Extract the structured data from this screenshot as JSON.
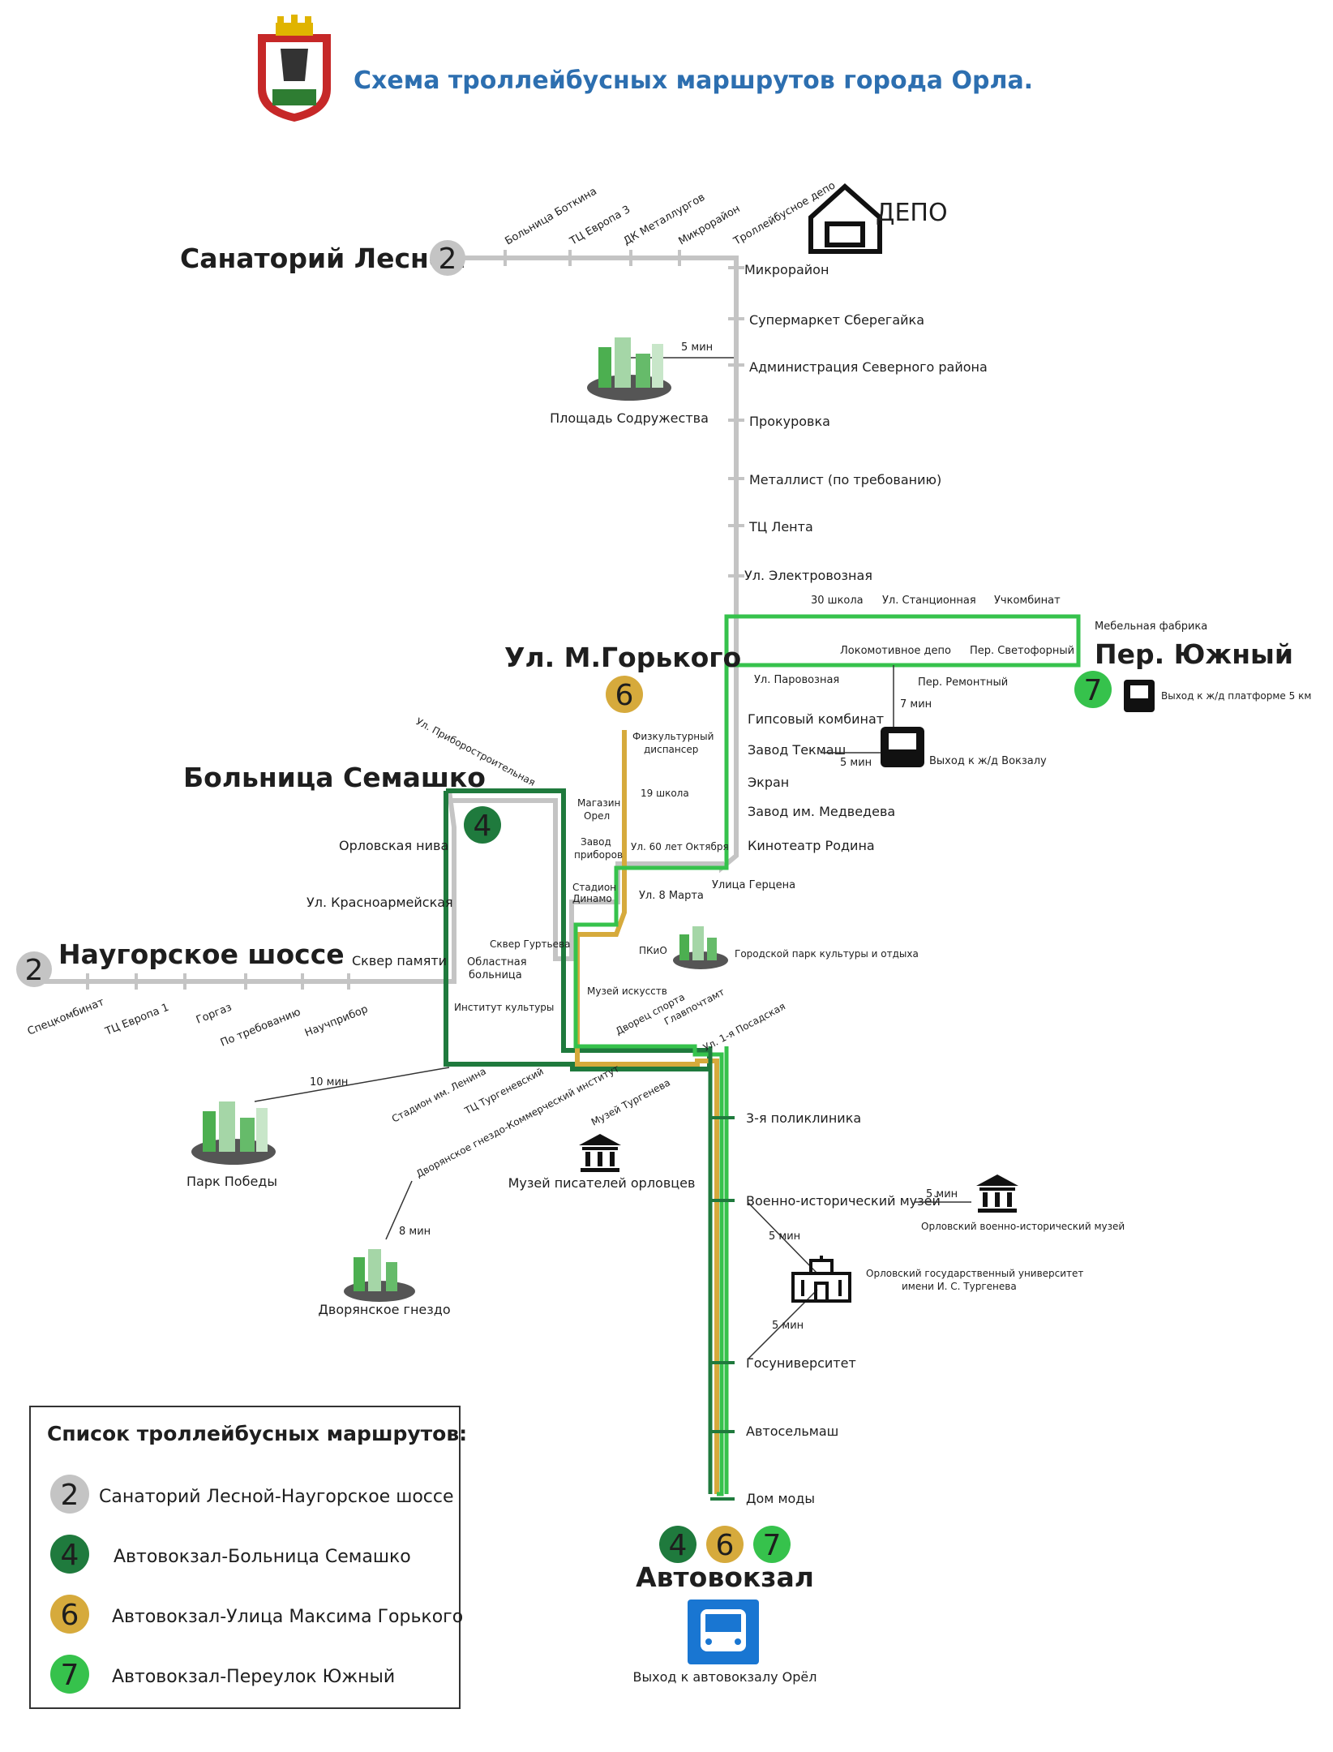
{
  "header": {
    "title": "Схема троллейбусных маршрутов города Орла."
  },
  "colors": {
    "route_2": "#c4c4c4",
    "route_4": "#1f7a3d",
    "route_6": "#d6aa3c",
    "route_7": "#36c24c",
    "title": "#2d6fb0",
    "bus_icon_bg": "#1976d2"
  },
  "icons": [
    "coat-of-arms-icon",
    "depot-icon",
    "park-icon",
    "museum-icon",
    "university-icon",
    "train-icon",
    "bus-icon"
  ],
  "termini": {
    "sanatorium": "Санаторий Лесной",
    "naugorskoe": "Наугорское шоссе",
    "gorkogo": "Ул. М.Горького",
    "semashko": "Больница Семашко",
    "yuzhny": "Пер. Южный",
    "avtovokzal": "Автовокзал"
  },
  "route_numbers": {
    "r2": "2",
    "r4": "4",
    "r6": "6",
    "r7": "7"
  },
  "depot": {
    "label": "ДЕПО"
  },
  "top_diagonal_stops": [
    "Больница Боткина",
    "ТЦ Европа 3",
    "ДК Металлургов",
    "Микрорайон",
    "Троллейбусное депо"
  ],
  "north_stops": {
    "mikrorayon": "Микрорайон",
    "sberegaika": "Супермаркет Сберегайка",
    "admin": "Администрация Северного района",
    "prokurovka": "Прокуровка",
    "metallist": "Металлист (по требованию)",
    "lenta": "ТЦ Лента",
    "electrovoz": "Ул. Электровозная"
  },
  "walk_times": {
    "ploshad": "5 мин",
    "tekmash": "5 мин",
    "railway": "7 мин",
    "park_pobedy": "10 мин",
    "gnezdo": "8 мин",
    "military_museum": "5 мин",
    "univ_top": "5 мин",
    "univ_bottom": "5 мин"
  },
  "places": {
    "ploshad": "Площадь Содружества",
    "park_pobedy": "Парк Победы",
    "dvoryanskoe": "Дворянское гнездо",
    "museum_writers": "Музей писателей орловцев",
    "city_park": "Городской парк культуры и отдыха",
    "military_museum": "Орловский военно-исторический музей",
    "university_line1": "Орловский государственный университет",
    "university_line2": "имени И. С. Тургенева",
    "railway_exit": "Выход к ж/д Вокзалу",
    "platform_exit": "Выход к ж/д платформе 5 км",
    "bus_exit": "Выход к автовокзалу Орёл"
  },
  "route7_branch": {
    "shkola30": "30 школа",
    "stancionnaya": "Ул. Станционная",
    "uchkombinat": "Учкомбинат",
    "mebelnaya": "Мебельная фабрика",
    "lokomotivnoe": "Локомотивное депо",
    "svetofornyi": "Пер. Светофорный",
    "parovoznaya": "Ул. Паровозная",
    "remontnyi": "Пер. Ремонтный"
  },
  "south_stops": {
    "gips": "Гипсовый комбинат",
    "tekmash": "Завод Текмаш",
    "ekran": "Экран",
    "medvedev": "Завод им. Медведева",
    "rodina": "Кинотеатр Родина",
    "gercena": "Улица Герцена",
    "posadskaya": "Ул. 1-я Посадская",
    "poliklinika": "3-я поликлиника",
    "voenno": "Военно-исторический музей",
    "gosuniver": "Госуниверситет",
    "avtoselmash": "Автосельмаш",
    "dom_mody": "Дом моды"
  },
  "route6_stops": {
    "fizkult_1": "Физкультурный",
    "fizkult_2": "диспансер",
    "shkola19": "19 школа",
    "oktyabrya": "Ул. 60 лет Октября",
    "marta": "Ул. 8 Марта",
    "pkio": "ПКиО"
  },
  "center_stops": {
    "magazin_1": "Магазин",
    "magazin_2": "Орел",
    "zavod_1": "Завод",
    "zavod_2": "приборов",
    "dinamo_1": "Стадион",
    "dinamo_2": "Динамо",
    "gurtyeva": "Сквер Гуртьева",
    "muzey_isk": "Музей искусств",
    "dvorets": "Дворец спорта",
    "glavpochtamt": "Главпочтамт",
    "turgenev_museum": "Музей Тургенева",
    "kommercheskiy": "Дворянское гнездо-Коммерческий институт",
    "tc_turgenev": "ТЦ Тургеневский",
    "stadion_lenina": "Стадион им. Ленина"
  },
  "route4_stops": {
    "priborostroitelnaya": "Ул. Приборостроительная",
    "orlovskaya_niva": "Орловская нива",
    "krasnoarmeyskaya": "Ул. Красноармейская",
    "skver_pamyati": "Сквер памяти",
    "oblastnaya_1": "Областная",
    "oblastnaya_2": "больница",
    "institut": "Институт культуры"
  },
  "west_stops": [
    "Спецкомбинат",
    "ТЦ Европа 1",
    "Горгаз",
    "По требованию",
    "Научприбор"
  ],
  "legend": {
    "title": "Список троллейбусных маршрутов:",
    "items": [
      {
        "number": "2",
        "name": "Санаторий Лесной-Наугорское шоссе",
        "color": "#c4c4c4"
      },
      {
        "number": "4",
        "name": "Автовокзал-Больница Семашко",
        "color": "#1f7a3d"
      },
      {
        "number": "6",
        "name": "Автовокзал-Улица Максима Горького",
        "color": "#d6aa3c"
      },
      {
        "number": "7",
        "name": "Автовокзал-Переулок Южный",
        "color": "#36c24c"
      }
    ]
  }
}
